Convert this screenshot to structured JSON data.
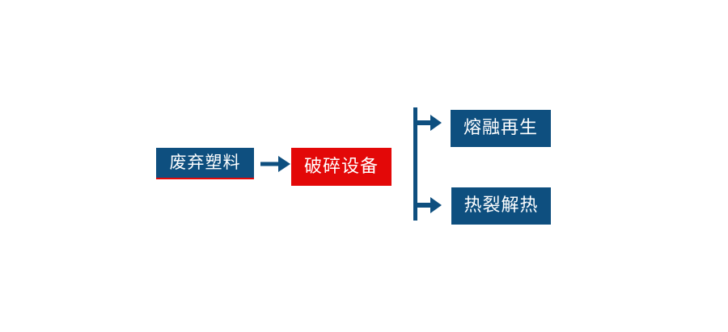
{
  "diagram": {
    "type": "process-flow",
    "background_color": "#ffffff",
    "palette": {
      "primary_blue": "#0E4F7F",
      "accent_red": "#E30808",
      "text_on_fill": "#ffffff",
      "connector": "#0E4F7F"
    },
    "nodes": {
      "input": {
        "label": "废弃塑料",
        "fill": "#0E4F7F",
        "text_color": "#ffffff",
        "accent_border": "#E30808"
      },
      "process": {
        "label": "破碎设备",
        "fill": "#E30808",
        "text_color": "#ffffff"
      },
      "output_melt": {
        "label": "熔融再生",
        "fill": "#0E4F7F",
        "text_color": "#ffffff"
      },
      "output_pyrolysis": {
        "label": "热裂解热",
        "fill": "#0E4F7F",
        "text_color": "#ffffff"
      }
    },
    "connectors": {
      "main": {
        "icon": "arrow-right-icon",
        "color": "#0E4F7F",
        "from": "input",
        "to": "process"
      },
      "branch": {
        "icon": "branch-split-icon",
        "color": "#0E4F7F",
        "from": "process",
        "to": [
          "output_melt",
          "output_pyrolysis"
        ]
      }
    }
  }
}
